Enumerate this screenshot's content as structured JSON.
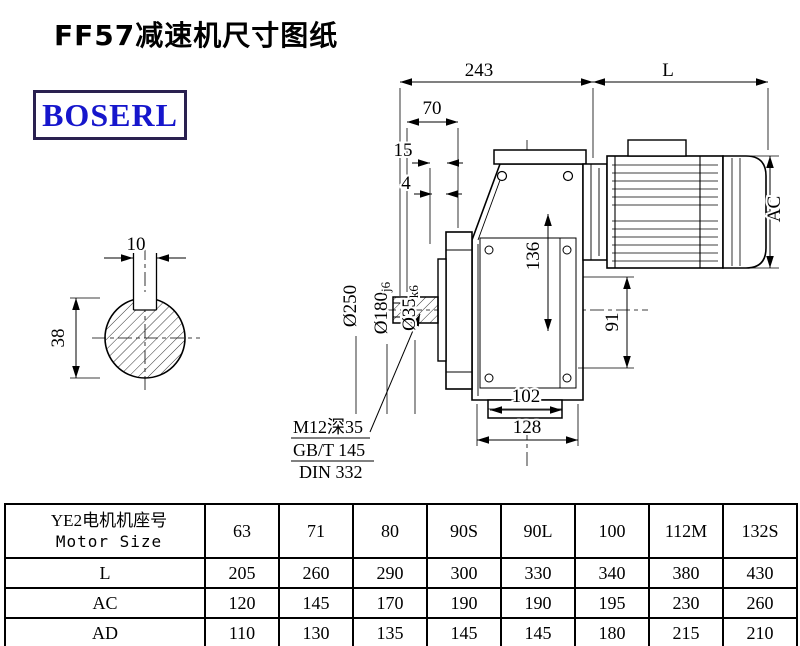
{
  "page": {
    "title": "FF57减速机尺寸图纸",
    "logo_text": "BOSERL",
    "colors": {
      "logo_text": "#1616cc",
      "logo_border": "#2a2150",
      "line_color": "#000000"
    }
  },
  "drawing": {
    "dims": {
      "top_width": "243",
      "motor_length": "L",
      "d70": "70",
      "d15": "15",
      "d4": "4",
      "motor_diameter": "AC",
      "key_width": "10",
      "shaft_diameter_end": "38",
      "flange_diameter": "Ø250",
      "spigot_main": "Ø180",
      "spigot_fit": "j6",
      "shaft_main": "Ø35",
      "shaft_fit": "k6",
      "d136": "136",
      "d91": "91",
      "d102": "102",
      "d128": "128"
    },
    "notes": {
      "tap": "M12深35",
      "std1": "GB/T 145",
      "std2": "DIN 332"
    }
  },
  "table": {
    "header": {
      "label_cn": "YE2电机机座号",
      "label_en": "Motor Size",
      "sizes": [
        "63",
        "71",
        "80",
        "90S",
        "90L",
        "100",
        "112M",
        "132S"
      ]
    },
    "rows": [
      {
        "label": "L",
        "values": [
          "205",
          "260",
          "290",
          "300",
          "330",
          "340",
          "380",
          "430"
        ]
      },
      {
        "label": "AC",
        "values": [
          "120",
          "145",
          "170",
          "190",
          "190",
          "195",
          "230",
          "260"
        ]
      },
      {
        "label": "AD",
        "values": [
          "110",
          "130",
          "135",
          "145",
          "145",
          "180",
          "215",
          "210"
        ]
      }
    ]
  }
}
